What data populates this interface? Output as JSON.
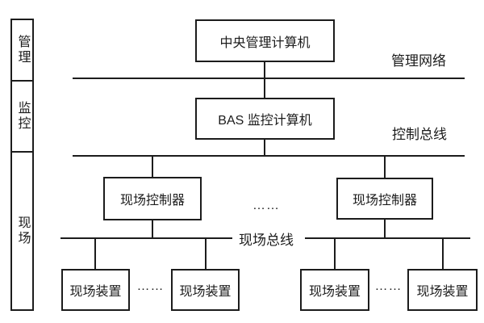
{
  "sidebar": {
    "sections": [
      {
        "label": "管理"
      },
      {
        "label": "监控"
      },
      {
        "label": "现场"
      }
    ]
  },
  "nodes": {
    "central_computer": "中央管理计算机",
    "bas_computer": "BAS 监控计算机",
    "field_controller_left": "现场控制器",
    "field_controller_right": "现场控制器",
    "field_devices": [
      "现场装置",
      "现场装置",
      "现场装置",
      "现场装置"
    ]
  },
  "bus_labels": {
    "management_network": "管理网络",
    "control_bus": "控制总线",
    "field_bus": "现场总线"
  },
  "ellipsis": {
    "controllers": "……",
    "devices_left": "……",
    "devices_right": "……"
  },
  "colors": {
    "background": "#ffffff",
    "line": "#1c1c1c",
    "text": "#1c1c1c"
  }
}
